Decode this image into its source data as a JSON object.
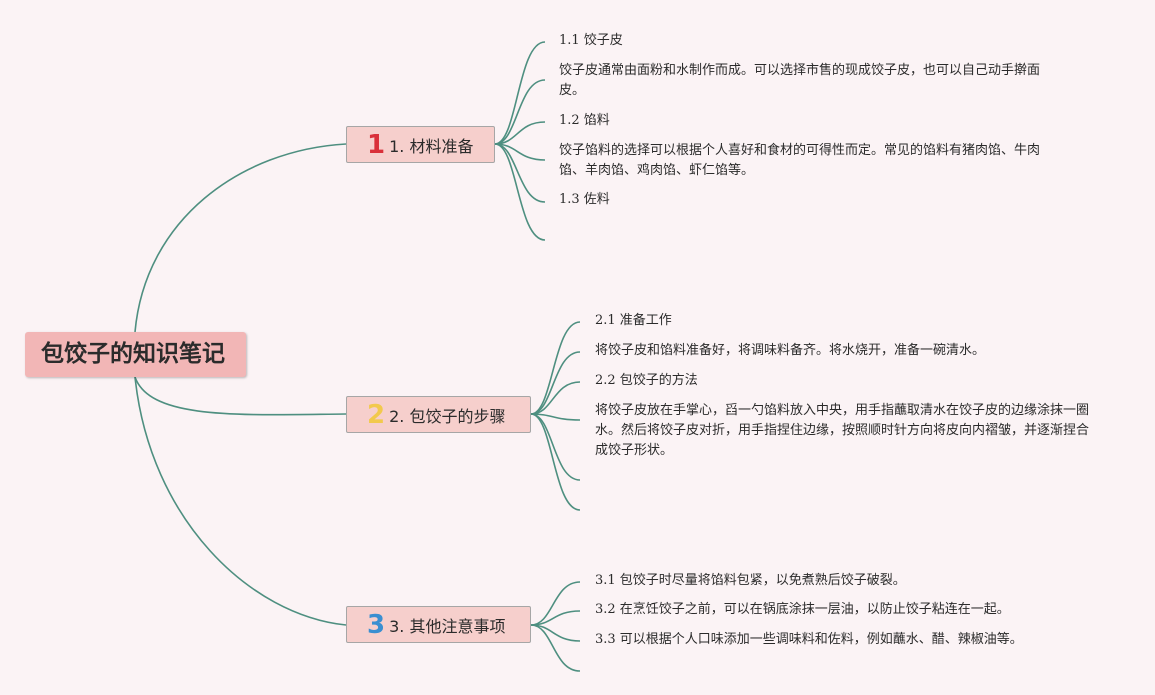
{
  "colors": {
    "connector": "#4e8f80",
    "root_bg": "#f2b6b6",
    "branch_bg": "#f6cfcc",
    "background": "#fbf3f5"
  },
  "root": {
    "title": "包饺子的知识笔记"
  },
  "branches": [
    {
      "marker": "1",
      "marker_color": "#d9303a",
      "title": "1. 材料准备",
      "leaves": [
        "1.1 饺子皮",
        "饺子皮通常由面粉和水制作而成。可以选择市售的现成饺子皮，也可以自己动手擀面皮。",
        "1.2 馅料",
        "饺子馅料的选择可以根据个人喜好和食材的可得性而定。常见的馅料有猪肉馅、牛肉馅、羊肉馅、鸡肉馅、虾仁馅等。",
        "1.3 佐料",
        ""
      ]
    },
    {
      "marker": "2",
      "marker_color": "#f2c94c",
      "title": "2. 包饺子的步骤",
      "leaves": [
        "2.1 准备工作",
        "将饺子皮和馅料准备好，将调味料备齐。将水烧开，准备一碗清水。",
        "2.2 包饺子的方法",
        "将饺子皮放在手掌心，舀一勺馅料放入中央，用手指蘸取清水在饺子皮的边缘涂抹一圈水。然后将饺子皮对折，用手指捏住边缘，按照顺时针方向将皮向内褶皱，并逐渐捏合成饺子形状。",
        "",
        ""
      ]
    },
    {
      "marker": "3",
      "marker_color": "#3a8fd1",
      "title": "3. 其他注意事项",
      "leaves": [
        "3.1 包饺子时尽量将馅料包紧，以免煮熟后饺子破裂。",
        "3.2 在烹饪饺子之前，可以在锅底涂抹一层油，以防止饺子粘连在一起。",
        "3.3 可以根据个人口味添加一些调味料和佐料，例如蘸水、醋、辣椒油等。",
        ""
      ]
    }
  ]
}
